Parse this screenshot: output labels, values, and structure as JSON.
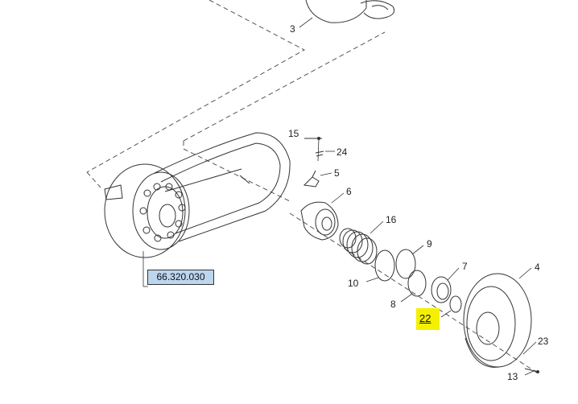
{
  "callouts": {
    "c3": "3",
    "c4": "4",
    "c5": "5",
    "c6": "6",
    "c7": "7",
    "c8": "8",
    "c9": "9",
    "c10": "10",
    "c13": "13",
    "c15": "15",
    "c16": "16",
    "c23": "23",
    "c24": "24"
  },
  "highlighted_callout": "22",
  "reference_link": "66.320.030",
  "colors": {
    "highlight": "#f3f000",
    "reference_box": "#bcd6ee",
    "line": "#333333"
  }
}
